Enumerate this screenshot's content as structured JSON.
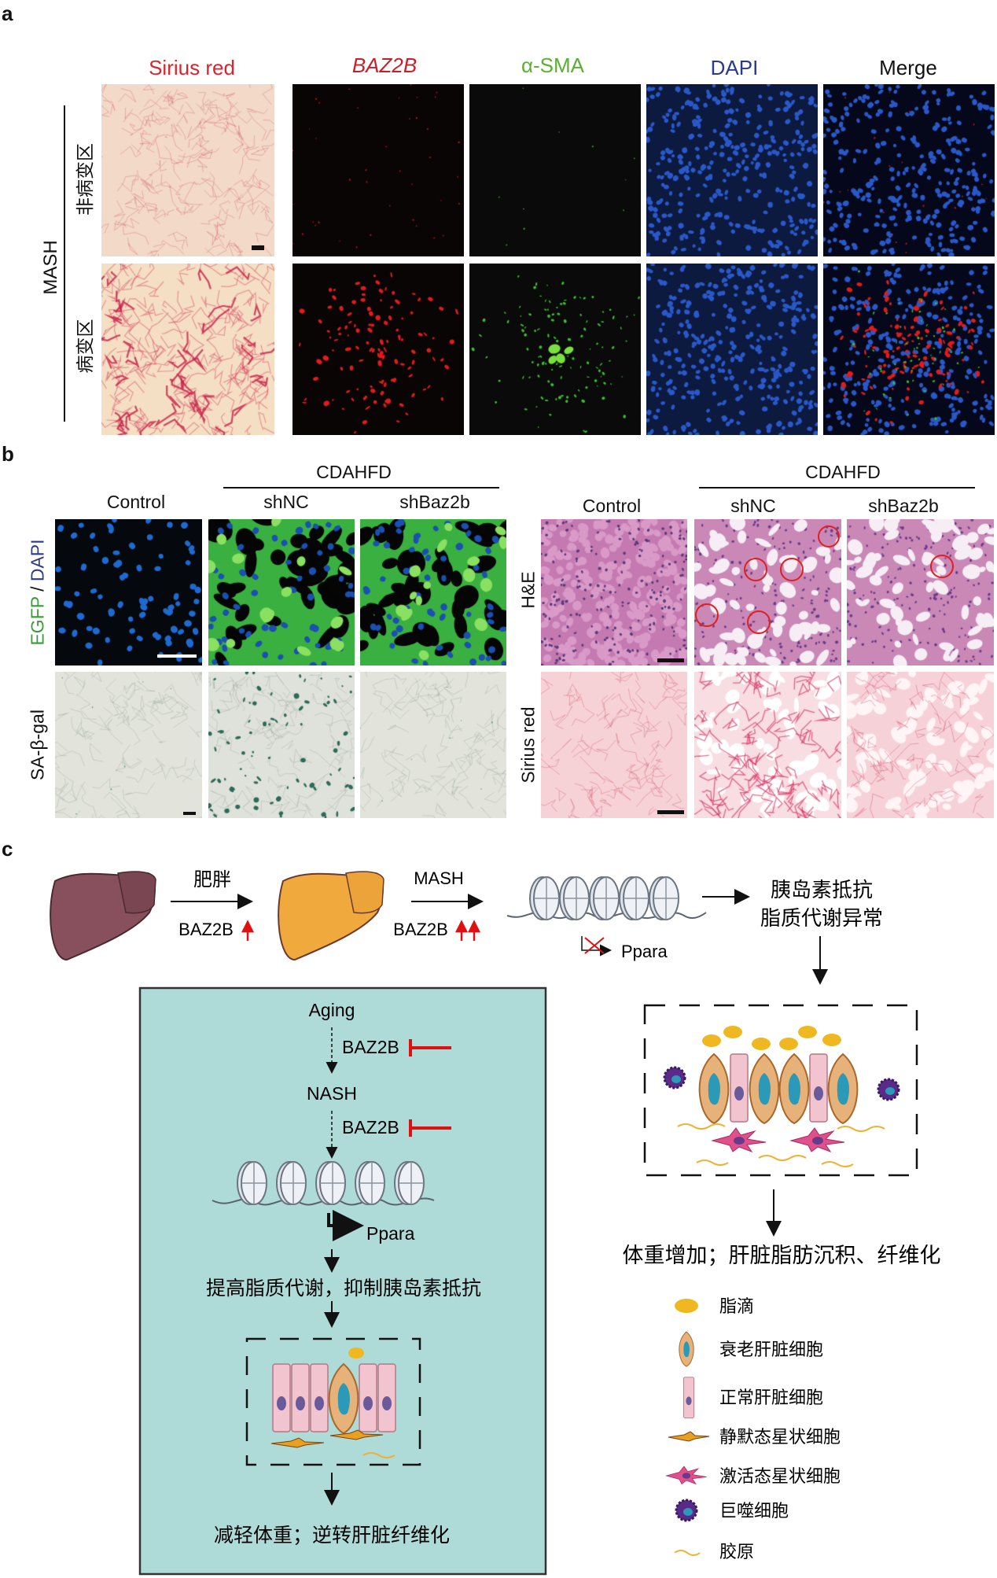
{
  "panel_a": {
    "label": "a",
    "columns": [
      {
        "text": "Sirius red",
        "color": "#d9252b"
      },
      {
        "text": "BAZ2B",
        "color": "#c8202a"
      },
      {
        "text": "α-SMA",
        "color": "#5ab031"
      },
      {
        "text": "DAPI",
        "color": "#2b3a8f"
      },
      {
        "text": "Merge",
        "color": "#111111"
      }
    ],
    "group_label": "MASH",
    "row_labels": [
      "非病变区",
      "病变区"
    ]
  },
  "panel_b": {
    "label": "b",
    "left": {
      "group_label": "CDAHFD",
      "columns": [
        "Control",
        "shNC",
        "shBaz2b"
      ],
      "row_labels": {
        "egfp": "EGFP",
        "slash": " / ",
        "dapi": "DAPI",
        "sagal": "SA-β-gal"
      }
    },
    "right": {
      "group_label": "CDAHFD",
      "columns": [
        "Control",
        "shNC",
        "shBaz2b"
      ],
      "row_labels": [
        "H&E",
        "Sirius red"
      ]
    }
  },
  "panel_c": {
    "label": "c",
    "step1_top": "肥胖",
    "step1_bottom": "BAZ2B",
    "step2_top": "MASH",
    "step2_bottom": "BAZ2B",
    "gene": "Ppara",
    "outcome_line1": "胰岛素抵抗",
    "outcome_line2": "脂质代谢异常",
    "result": "体重增加；肝脏脂肪沉积、纤维化",
    "box": {
      "aging": "Aging",
      "baz2b_1": "BAZ2B",
      "nash": "NASH",
      "baz2b_2": "BAZ2B",
      "gene": "Ppara",
      "effect": "提高脂质代谢，抑制胰岛素抵抗",
      "result": "减轻体重；逆转肝脏纤维化",
      "bg_color": "#aedbd8"
    },
    "legend": [
      "脂滴",
      "衰老肝脏细胞",
      "正常肝脏细胞",
      "静默态星状细胞",
      "激活态星状细胞",
      "巨噬细胞",
      "胶原"
    ]
  }
}
